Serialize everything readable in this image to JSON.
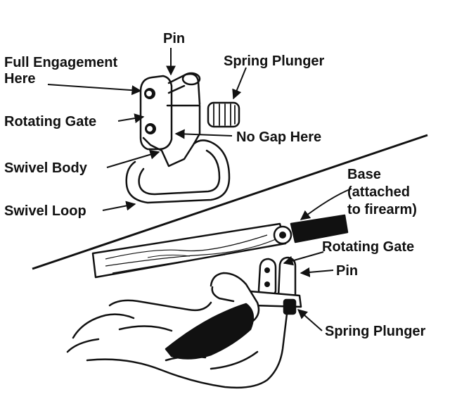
{
  "top_diagram": {
    "labels": {
      "pin": "Pin",
      "full_engagement": "Full Engagement\nHere",
      "spring_plunger": "Spring Plunger",
      "rotating_gate": "Rotating Gate",
      "no_gap": "No Gap Here",
      "swivel_body": "Swivel Body",
      "swivel_loop": "Swivel Loop"
    }
  },
  "bottom_diagram": {
    "labels": {
      "base": "Base\n(attached\nto firearm)",
      "rotating_gate": "Rotating Gate",
      "pin": "Pin",
      "spring_plunger": "Spring Plunger"
    }
  },
  "colors": {
    "ink": "#111111",
    "paper": "#ffffff"
  }
}
